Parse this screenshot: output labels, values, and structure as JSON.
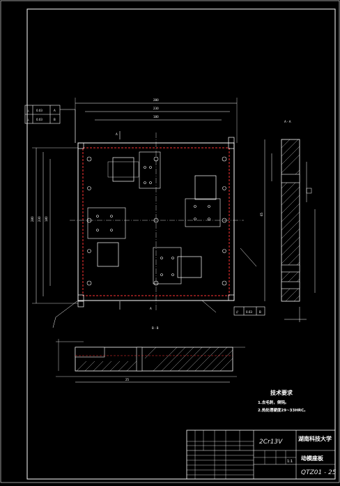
{
  "technical_requirements": {
    "title": "技术要求",
    "items": [
      "1.去毛刺，倒钝。",
      "2.热处理硬度29~33HRC。"
    ]
  },
  "title_block": {
    "material": "2Cr13V",
    "school": "湖南科技大学",
    "part_name": "动模座板",
    "drawing_number": "QTZ01 - 25",
    "scale": "1:1"
  },
  "section_labels": {
    "side": "A - A",
    "bottom": "B - B"
  },
  "tolerance_frames": [
    {
      "symbol": "⊥",
      "value": "0.03",
      "datum": "A"
    },
    {
      "symbol": "⊥",
      "value": "0.03",
      "datum": "B"
    }
  ],
  "parallel_frame": {
    "symbol": "//",
    "value": "0.03",
    "datum": "B"
  },
  "datum_labels": [
    "A",
    "B"
  ],
  "dimensions": {
    "overall_width": "280",
    "inner_width": "230",
    "hole_span": "180",
    "overall_height": "280",
    "inner_height": "230",
    "center_span": "180",
    "side_total": "65",
    "bottom_span": "25"
  },
  "colors": {
    "background": "#000000",
    "frame": "#ffffff",
    "drawing": "#ffffff",
    "dashed": "#ff3333",
    "accent": "#ffff00"
  }
}
